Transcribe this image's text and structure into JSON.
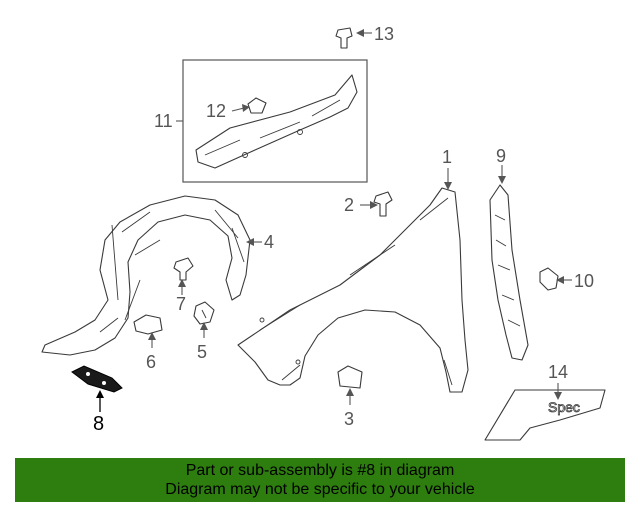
{
  "callouts": {
    "c1": "1",
    "c2": "2",
    "c3": "3",
    "c4": "4",
    "c5": "5",
    "c6": "6",
    "c7": "7",
    "c8": "8",
    "c9": "9",
    "c10": "10",
    "c11": "11",
    "c12": "12",
    "c13": "13",
    "c14": "14"
  },
  "emblem_text": "Spec",
  "highlighted_part": "8",
  "banner": {
    "line1": "Part or sub-assembly is #8 in diagram",
    "line2": "Diagram may not be specific to your vehicle",
    "background": "#2e7d0f"
  }
}
